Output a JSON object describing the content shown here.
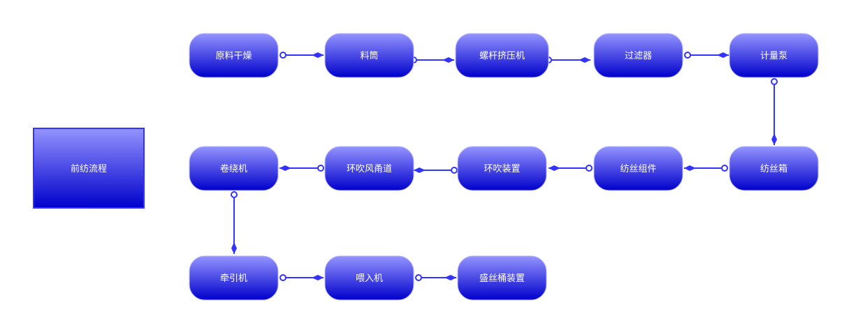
{
  "title_box": {
    "label": "前纺流程"
  },
  "colors": {
    "line": "#3333ff",
    "grad_top": "#9494ff",
    "grad_bottom": "#0000cc",
    "border": "#3333ff"
  },
  "nodes": [
    {
      "id": "n1",
      "label": "原料干燥"
    },
    {
      "id": "n2",
      "label": "料筒"
    },
    {
      "id": "n3",
      "label": "螺杆挤压机"
    },
    {
      "id": "n4",
      "label": "过滤器"
    },
    {
      "id": "n5",
      "label": "计量泵"
    },
    {
      "id": "n6",
      "label": "纺丝箱"
    },
    {
      "id": "n7",
      "label": "纺丝组件"
    },
    {
      "id": "n8",
      "label": "环吹装置"
    },
    {
      "id": "n9",
      "label": "环吹风甬道"
    },
    {
      "id": "n10",
      "label": "卷绕机"
    },
    {
      "id": "n11",
      "label": "牵引机"
    },
    {
      "id": "n12",
      "label": "喂入机"
    },
    {
      "id": "n13",
      "label": "盛丝桶装置"
    }
  ],
  "edges": [
    {
      "from": "n1",
      "to": "n2"
    },
    {
      "from": "n2",
      "to": "n3"
    },
    {
      "from": "n3",
      "to": "n4"
    },
    {
      "from": "n4",
      "to": "n5"
    },
    {
      "from": "n5",
      "to": "n6"
    },
    {
      "from": "n6",
      "to": "n7"
    },
    {
      "from": "n7",
      "to": "n8"
    },
    {
      "from": "n8",
      "to": "n9"
    },
    {
      "from": "n9",
      "to": "n10"
    },
    {
      "from": "n10",
      "to": "n11"
    },
    {
      "from": "n11",
      "to": "n12"
    },
    {
      "from": "n12",
      "to": "n13"
    }
  ]
}
